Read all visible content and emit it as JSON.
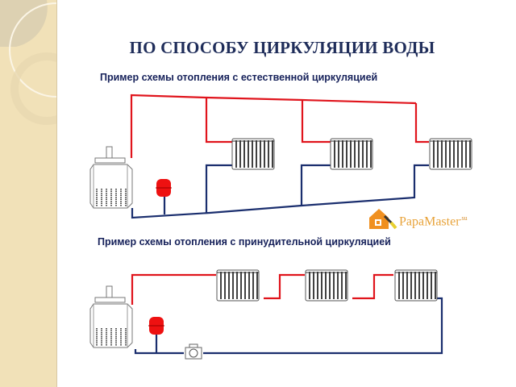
{
  "slide": {
    "title": "ПО СПОСОБУ ЦИРКУЛЯЦИИ ВОДЫ",
    "diagrams": [
      {
        "caption": "Пример схемы отопления с естественной циркуляцией",
        "type": "natural-circulation",
        "components": [
          "boiler",
          "expansion-tank",
          "radiator",
          "radiator",
          "radiator"
        ]
      },
      {
        "caption": "Пример схемы отопления с принудительной циркуляцией",
        "type": "forced-circulation",
        "components": [
          "boiler",
          "expansion-tank",
          "circulation-pump",
          "radiator",
          "radiator",
          "radiator"
        ]
      }
    ],
    "watermark": {
      "brand_main": "PapaMaster",
      "brand_suffix": ".su",
      "icon": "house-brush-icon"
    },
    "colors": {
      "supply_pipe": "#e0141c",
      "return_pipe": "#1a2e6e",
      "tank": "#ee1111",
      "title": "#1f2d5a",
      "sidebar": "#f1e1b8",
      "logo": "#e8a33a"
    }
  }
}
